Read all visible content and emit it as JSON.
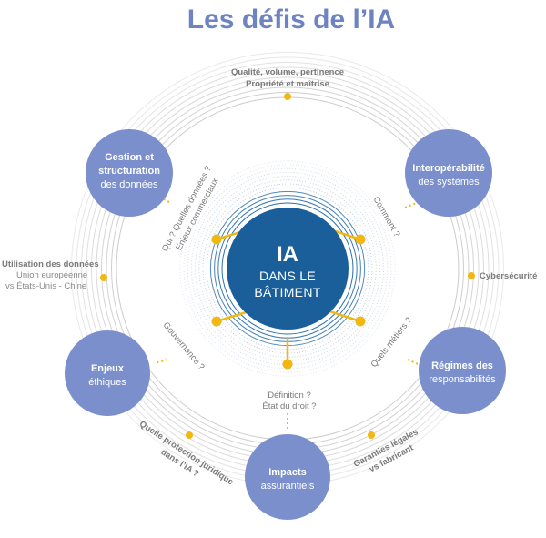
{
  "title": "Les défis de l’IA",
  "center": {
    "line1": "IA",
    "line2": "DANS LE",
    "line3": "BÂTIMENT"
  },
  "nodes": {
    "gestion": {
      "bold1": "Gestion et",
      "bold2": "structuration",
      "reg": "des données"
    },
    "interop": {
      "bold": "Interopérabilité",
      "reg": "des systèmes"
    },
    "enjeux": {
      "bold": "Enjeux",
      "reg": "éthiques"
    },
    "regimes": {
      "bold": "Régimes des",
      "reg": "responsabilités"
    },
    "impacts": {
      "bold": "Impacts",
      "reg": "assurantiels"
    }
  },
  "outer": {
    "top1": "Qualité, volume, pertinence",
    "top2": "Propriété et maîtrise",
    "left_bold": "Utilisation des données",
    "left2": "Union européenne",
    "left3": "vs États-Unis - Chine",
    "right": "Cybersécurité",
    "bottom_left1": "Quelle protection juridique",
    "bottom_left2": "dans l’IA ?",
    "bottom_right1": "Garanties légales",
    "bottom_right2": "vs fabricant"
  },
  "questions": {
    "q1a": "Qui ? Quelles données ?",
    "q1b": "Enjeux commerciaux",
    "q2": "Comment ?",
    "q3": "Gouvernance ?",
    "q4": "Quels métiers ?",
    "q5a": "Définition ?",
    "q5b": "État du droit ?"
  },
  "colors": {
    "title": "#6d83c2",
    "node_fill": "#7a8fcc",
    "center_fill": "#1b5f9a",
    "connector": "#f2b811",
    "ring": "#c9c9c9",
    "inner_ring": "#2a6fae"
  }
}
